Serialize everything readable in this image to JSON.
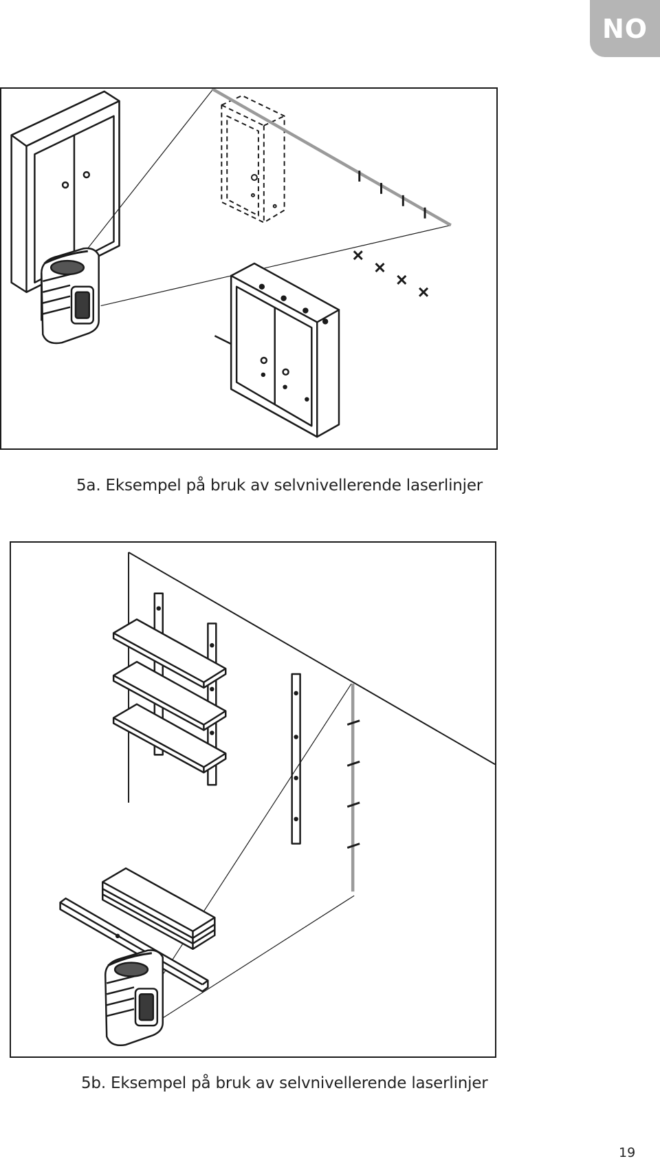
{
  "header": {
    "language_tab": "NO"
  },
  "figures": [
    {
      "id": "5a",
      "caption": "5a. Eksempel på bruk av selvnivellerende laserlinjer"
    },
    {
      "id": "5b",
      "caption": "5b. Eksempel på bruk av selvnivellerende laserlinjer"
    }
  ],
  "footer": {
    "page_number": "19"
  },
  "colors": {
    "laser_line": "#9a9a9a",
    "line_art": "#1a1a1a",
    "tab": "#b5b5b5"
  }
}
